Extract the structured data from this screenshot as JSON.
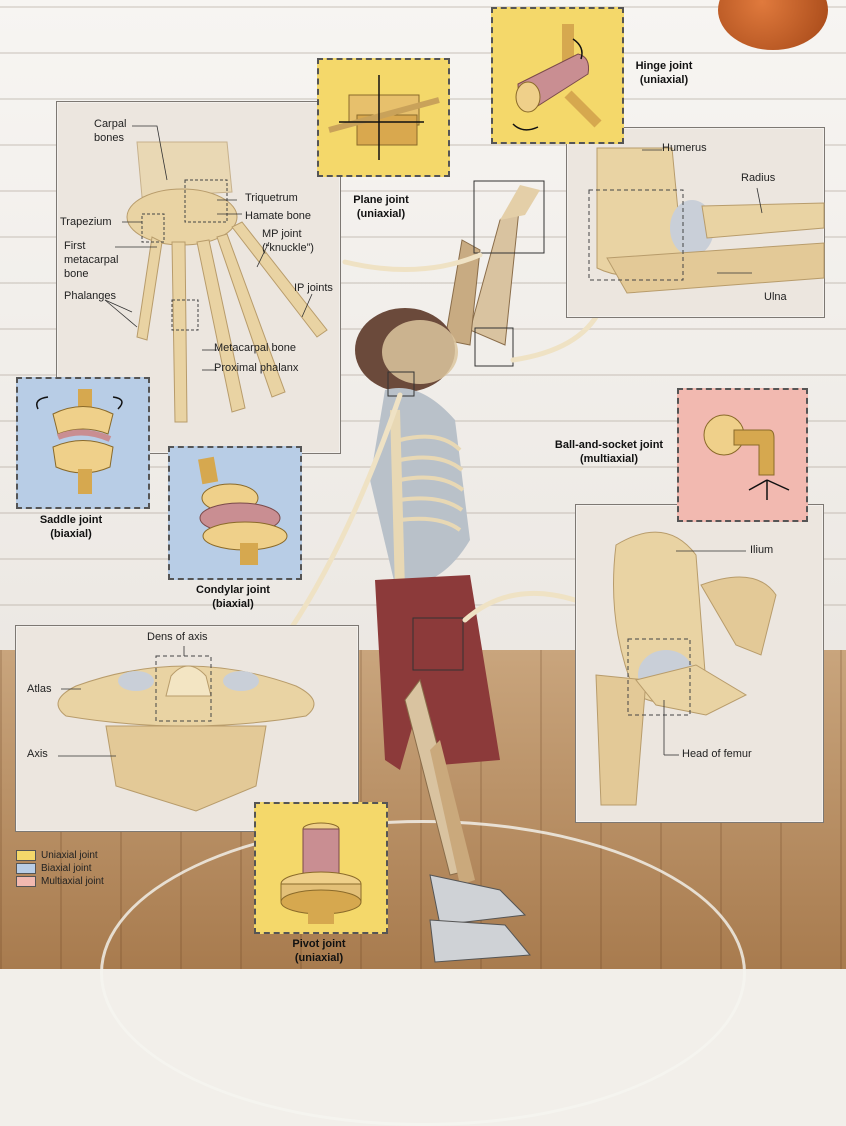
{
  "labels": {
    "carpal_bones_1": "Carpal",
    "carpal_bones_2": "bones",
    "triquetrum": "Triquetrum",
    "trapezium": "Trapezium",
    "hamate_bone": "Hamate bone",
    "first_metacarpal_1": "First",
    "first_metacarpal_2": "metacarpal",
    "first_metacarpal_3": "bone",
    "mp_joint_1": "MP joint",
    "mp_joint_2": "(“knuckle”)",
    "phalanges": "Phalanges",
    "ip_joints": "IP joints",
    "metacarpal_bone": "Metacarpal bone",
    "proximal_phalanx": "Proximal phalanx",
    "humerus": "Humerus",
    "radius": "Radius",
    "ulna": "Ulna",
    "dens_of_axis": "Dens of axis",
    "atlas": "Atlas",
    "axis": "Axis",
    "ilium": "Ilium",
    "head_of_femur": "Head of femur"
  },
  "joints": {
    "plane": {
      "name": "Plane joint",
      "type": "(uniaxial)"
    },
    "hinge": {
      "name": "Hinge joint",
      "type": "(uniaxial)"
    },
    "saddle": {
      "name": "Saddle joint",
      "type": "(biaxial)"
    },
    "condylar": {
      "name": "Condylar joint",
      "type": "(biaxial)"
    },
    "ball_socket": {
      "name": "Ball-and-socket joint",
      "type": "(multiaxial)"
    },
    "pivot": {
      "name": "Pivot joint",
      "type": "(uniaxial)"
    }
  },
  "legend": [
    {
      "label": "Uniaxial joint",
      "color": "#f4d86a"
    },
    {
      "label": "Biaxial joint",
      "color": "#b8cde6"
    },
    {
      "label": "Multiaxial joint",
      "color": "#f2b9b0"
    }
  ],
  "colors": {
    "bone": "#e9d3a3",
    "cartilage": "#c9cfd8",
    "muscle": "#8c3a3a",
    "arrow": "#efe2c4"
  }
}
